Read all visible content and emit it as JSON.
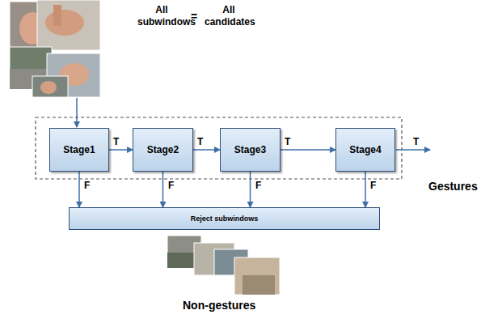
{
  "diagram": {
    "nodes": [
      {
        "text": [
          "Stage1"
        ]
      },
      {
        "text": [
          "Stage2"
        ]
      },
      {
        "text": [
          "Stage3"
        ]
      },
      {
        "text": [
          "Stage4"
        ]
      },
      {
        "text": [
          "Reject subwindows"
        ]
      }
    ],
    "edges": [
      {
        "from": 0,
        "to": 1,
        "label": "T",
        "arrow": "to"
      },
      {
        "from": 1,
        "to": 2,
        "label": "T",
        "arrow": "to"
      },
      {
        "from": 2,
        "to": 3,
        "label": "T",
        "arrow": "to"
      },
      {
        "from": 0,
        "to": 4,
        "label": "F",
        "arrow": "to"
      },
      {
        "from": 1,
        "to": 4,
        "label": "F",
        "arrow": "to"
      },
      {
        "from": 2,
        "to": 4,
        "label": "F",
        "arrow": "to"
      },
      {
        "from": 3,
        "to": 4,
        "label": "F",
        "arrow": "to"
      }
    ],
    "labels": [
      "All subwindows",
      "=",
      "All candidates",
      "T",
      "Gestures",
      "Non-gestures"
    ]
  }
}
